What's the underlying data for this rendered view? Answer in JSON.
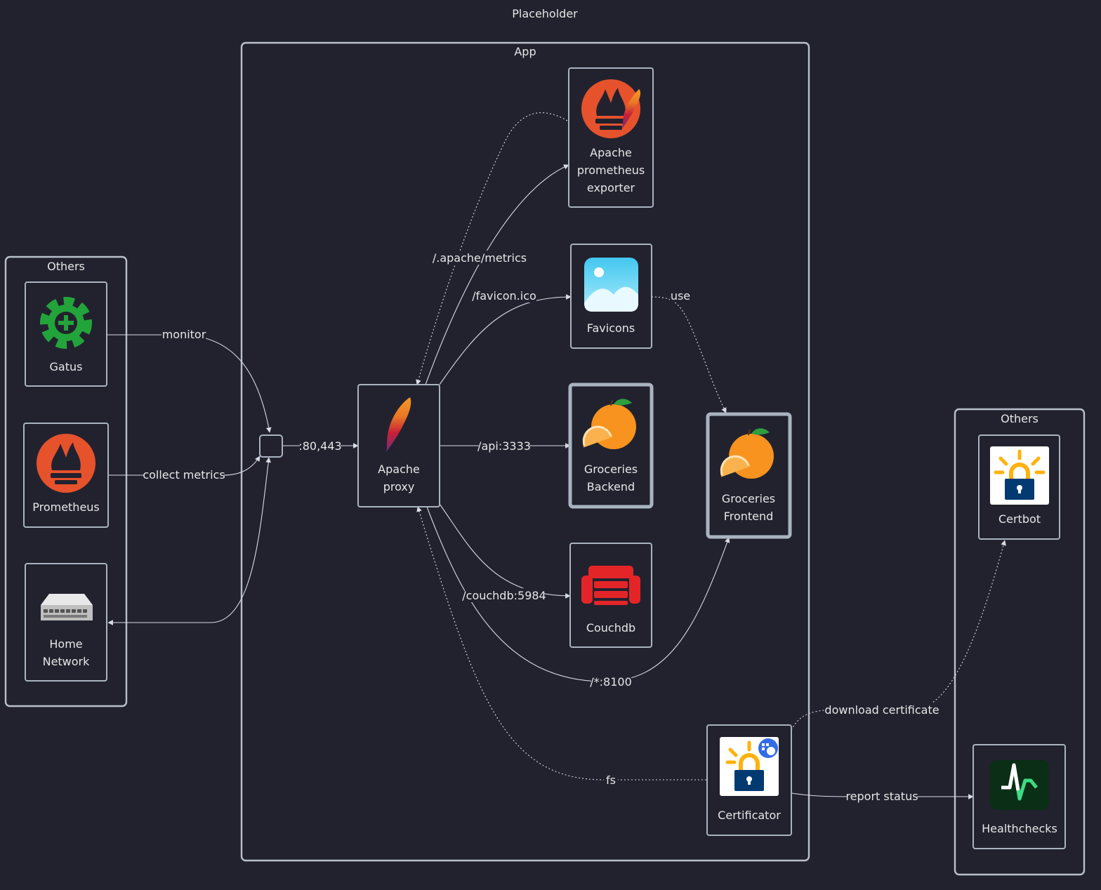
{
  "diagram_title": "Placeholder",
  "groups": {
    "app": "App",
    "others_left": "Others",
    "others_right": "Others"
  },
  "nodes": {
    "gatus": "Gatus",
    "prometheus": "Prometheus",
    "home_network": [
      "Home",
      "Network"
    ],
    "apache_proxy": [
      "Apache",
      "proxy"
    ],
    "apache_exporter": [
      "Apache",
      "prometheus",
      "exporter"
    ],
    "favicons": "Favicons",
    "groceries_backend": [
      "Groceries",
      "Backend"
    ],
    "couchdb": "Couchdb",
    "groceries_frontend": [
      "Groceries",
      "Frontend"
    ],
    "certificator": "Certificator",
    "certbot": "Certbot",
    "healthchecks": "Healthchecks"
  },
  "edges": {
    "monitor": "monitor",
    "collect_metrics": "collect metrics",
    "ports": ":80,443",
    "apache_metrics": "/.apache/metrics",
    "favicon": "/favicon.ico",
    "api": "/api:3333",
    "couchdb": "/couchdb:5984",
    "frontend": "/*:8100",
    "use": "use",
    "fs": "fs",
    "download_certificate": "download certificate",
    "report_status": "report status"
  },
  "colors": {
    "background": "#22222f",
    "stroke": "#aab3c0",
    "prometheus_orange": "#e6522c",
    "gatus_green": "#22a43a",
    "couchdb_red": "#e42528",
    "orange_fruit": "#f7931e",
    "certbot_blue": "#003a70",
    "certbot_yellow": "#ffb20d",
    "healthchecks_bg": "#0b2e16"
  }
}
